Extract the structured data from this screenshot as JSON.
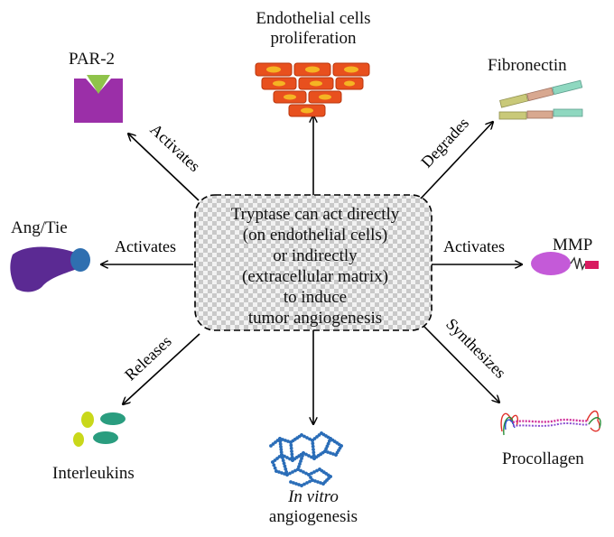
{
  "center": {
    "lines": [
      "Tryptase can act directly",
      "(on endothelial cells)",
      "or indirectly",
      "(extracellular matrix)",
      "to induce",
      "tumor angiogenesis"
    ]
  },
  "nodes": {
    "endothelial": {
      "line1": "Endothelial cells",
      "line2": "proliferation"
    },
    "par2": {
      "label": "PAR-2"
    },
    "fibronectin": {
      "label": "Fibronectin"
    },
    "angtie": {
      "label": "Ang/Tie"
    },
    "mmp": {
      "label": "MMP"
    },
    "interleukins": {
      "label": "Interleukins"
    },
    "invitro": {
      "line1": "In vitro",
      "line2": "angiogenesis"
    },
    "procollagen": {
      "label": "Procollagen"
    }
  },
  "edges": {
    "par2": "Activates",
    "fibronectin": "Degrades",
    "angtie": "Activates",
    "mmp": "Activates",
    "interleukins": "Releases",
    "procollagen": "Synthesizes"
  },
  "colors": {
    "par2_body": "#9b2fa8",
    "par2_ligand": "#8fc34a",
    "cell_fill": "#e8501e",
    "cell_nucleus": "#f5b423",
    "angtie_body": "#5b2a93",
    "angtie_receptor": "#2f6fb0",
    "mmp_body": "#c45ad8",
    "mmp_tail": "#d81b60",
    "interleukin_yellow": "#c9d81a",
    "interleukin_teal": "#2a9d7f",
    "network": "#2a6db8"
  }
}
